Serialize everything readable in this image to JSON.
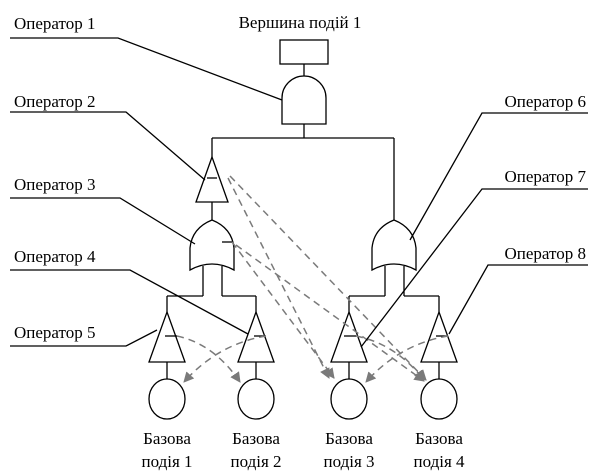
{
  "top_event": {
    "label": "Вершина подій 1"
  },
  "operators": [
    {
      "label": "Оператор 1",
      "type": "and-gate"
    },
    {
      "label": "Оператор 2",
      "type": "transfer-triangle"
    },
    {
      "label": "Оператор 3",
      "type": "or-gate"
    },
    {
      "label": "Оператор 4",
      "type": "transfer-triangle"
    },
    {
      "label": "Оператор 5",
      "type": "transfer-triangle"
    },
    {
      "label": "Оператор 6",
      "type": "or-gate"
    },
    {
      "label": "Оператор 7",
      "type": "transfer-triangle"
    },
    {
      "label": "Оператор 8",
      "type": "transfer-triangle"
    }
  ],
  "basic_events": [
    {
      "line1": "Базова",
      "line2": "подія 1"
    },
    {
      "line1": "Базова",
      "line2": "подія 2"
    },
    {
      "line1": "Базова",
      "line2": "подія 3"
    },
    {
      "line1": "Базова",
      "line2": "подія 4"
    }
  ],
  "colors": {
    "line": "#000000",
    "dashed_arrow": "#7a7a7a",
    "background": "#ffffff"
  }
}
